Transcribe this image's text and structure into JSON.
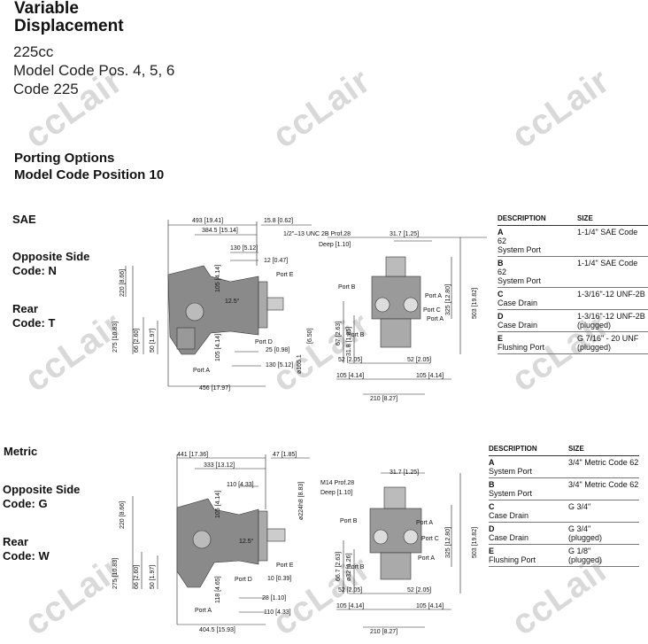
{
  "header": {
    "title_line1": "Variable",
    "title_line2": "Displacement",
    "sub1": "225cc",
    "sub2": "Model Code Pos. 4, 5, 6",
    "sub3": "Code 225"
  },
  "porting": {
    "title_line1": "Porting Options",
    "title_line2": "Model Code Position 10"
  },
  "watermark": "ccLair",
  "sae": {
    "heading": "SAE",
    "opposite_line1": "Opposite Side",
    "opposite_line2": "Code: N",
    "rear_line1": "Rear",
    "rear_line2": "Code: T",
    "dims": {
      "d493": "493 [19.41]",
      "d384": "384.5 [15.14]",
      "d15": "15.8 [0.62]",
      "d130a": "130 [5.12]",
      "d12": "12 [0.47]",
      "d105v": "105 [4.14]",
      "d220": "220 [8.66]",
      "d275": "275 [10.83]",
      "d66": "66 [2.60]",
      "d50": "50 [1.97]",
      "d105b": "105 [4.14]",
      "d25": "25 [0.98]",
      "d130b": "130 [5.12]",
      "d456": "456 [17.97]",
      "d165": "ø165.1",
      "d6": "[6.50]",
      "d31a": "31.7 [1.25]",
      "d325": "325 [12.80]",
      "d503": "503 [19.82]",
      "d67": "67 [2.63]",
      "d31b": "31.8 [1.25]",
      "d52a": "52 [2.05]",
      "d52b": "52 [2.05]",
      "d105c": "105 [4.14]",
      "d105d": "105 [4.14]",
      "d210": "210 [8.27]",
      "thread": "1/2\"–13 UNC 2B Prof.28",
      "deep": "Deep [1.10]",
      "angle": "12.5°"
    },
    "ports": {
      "portE": "Port E",
      "portD": "Port D",
      "portA1": "Port A",
      "portB1": "Port B",
      "portC": "Port C",
      "portA2": "Port A",
      "portA3": "Port A",
      "portB2": "Port B"
    },
    "table": {
      "col_desc": "DESCRIPTION",
      "col_size": "SIZE",
      "rows": [
        {
          "letter": "A",
          "l2": "62",
          "l3": "System Port",
          "size1": "1-1/4\" SAE Code",
          "size2": ""
        },
        {
          "letter": "B",
          "l2": "62",
          "l3": "System Port",
          "size1": "1-1/4\" SAE Code",
          "size2": ""
        },
        {
          "letter": "C",
          "l2": "Case Drain",
          "l3": "",
          "size1": "1-3/16\"-12 UNF-2B",
          "size2": ""
        },
        {
          "letter": "D",
          "l2": "Case Drain",
          "l3": "",
          "size1": "1-3/16\"-12 UNF-2B",
          "size2": "(plugged)"
        },
        {
          "letter": "E",
          "l2": "Flushing Port",
          "l3": "",
          "size1": "G 7/16\" - 20 UNF",
          "size2": "(plugged)"
        }
      ]
    }
  },
  "metric": {
    "heading": "Metric",
    "opposite_line1": "Opposite Side",
    "opposite_line2": "Code: G",
    "rear_line1": "Rear",
    "rear_line2": "Code: W",
    "dims": {
      "d441": "441 [17.36]",
      "d333": "333 [13.12]",
      "d47": "47 [1.85]",
      "d110a": "110 [4.33]",
      "d105v": "105 [4.14]",
      "d224": "ø224h8 [8.83]",
      "d220": "220 [8.66]",
      "d275": "275 [10.83]",
      "d66": "66 [2.60]",
      "d50": "50 [1.97]",
      "d118": "118 [4.65]",
      "d10": "10 [0.39]",
      "d28": "28 [1.10]",
      "d110b": "110 [4.33]",
      "d404": "404.5 [15.93]",
      "d31": "31.7 [1.25]",
      "d325": "325 [12.80]",
      "d503": "503 [19.82]",
      "d66b": "66.7 [2.63]",
      "d32": "ø32 [1.26]",
      "d52a": "52 [2.05]",
      "d52b": "52 [2.05]",
      "d105c": "105 [4.14]",
      "d105d": "105 [4.14]",
      "d210": "210 [8.27]",
      "thread": "M14 Prof.28",
      "deep": "Deep [1.10]",
      "angle": "12.5°"
    },
    "ports": {
      "portE": "Port E",
      "portD": "Port D",
      "portA1": "Port A",
      "portB1": "Port B",
      "portC": "Port C",
      "portA2": "Port A",
      "portA3": "Port A",
      "portB2": "Port B"
    },
    "table": {
      "col_desc": "DESCRIPTION",
      "col_size": "SIZE",
      "rows": [
        {
          "letter": "A",
          "l2": "System Port",
          "size1": "3/4\" Metric Code 62",
          "size2": ""
        },
        {
          "letter": "B",
          "l2": "System Port",
          "size1": "3/4\" Metric Code 62",
          "size2": ""
        },
        {
          "letter": "C",
          "l2": "Case Drain",
          "size1": "G 3/4\"",
          "size2": ""
        },
        {
          "letter": "D",
          "l2": "Case Drain",
          "size1": "G 3/4\"",
          "size2": "(plugged)"
        },
        {
          "letter": "E",
          "l2": "Flushing Port",
          "size1": "G 1/8\"",
          "size2": "(plugged)"
        }
      ]
    }
  }
}
